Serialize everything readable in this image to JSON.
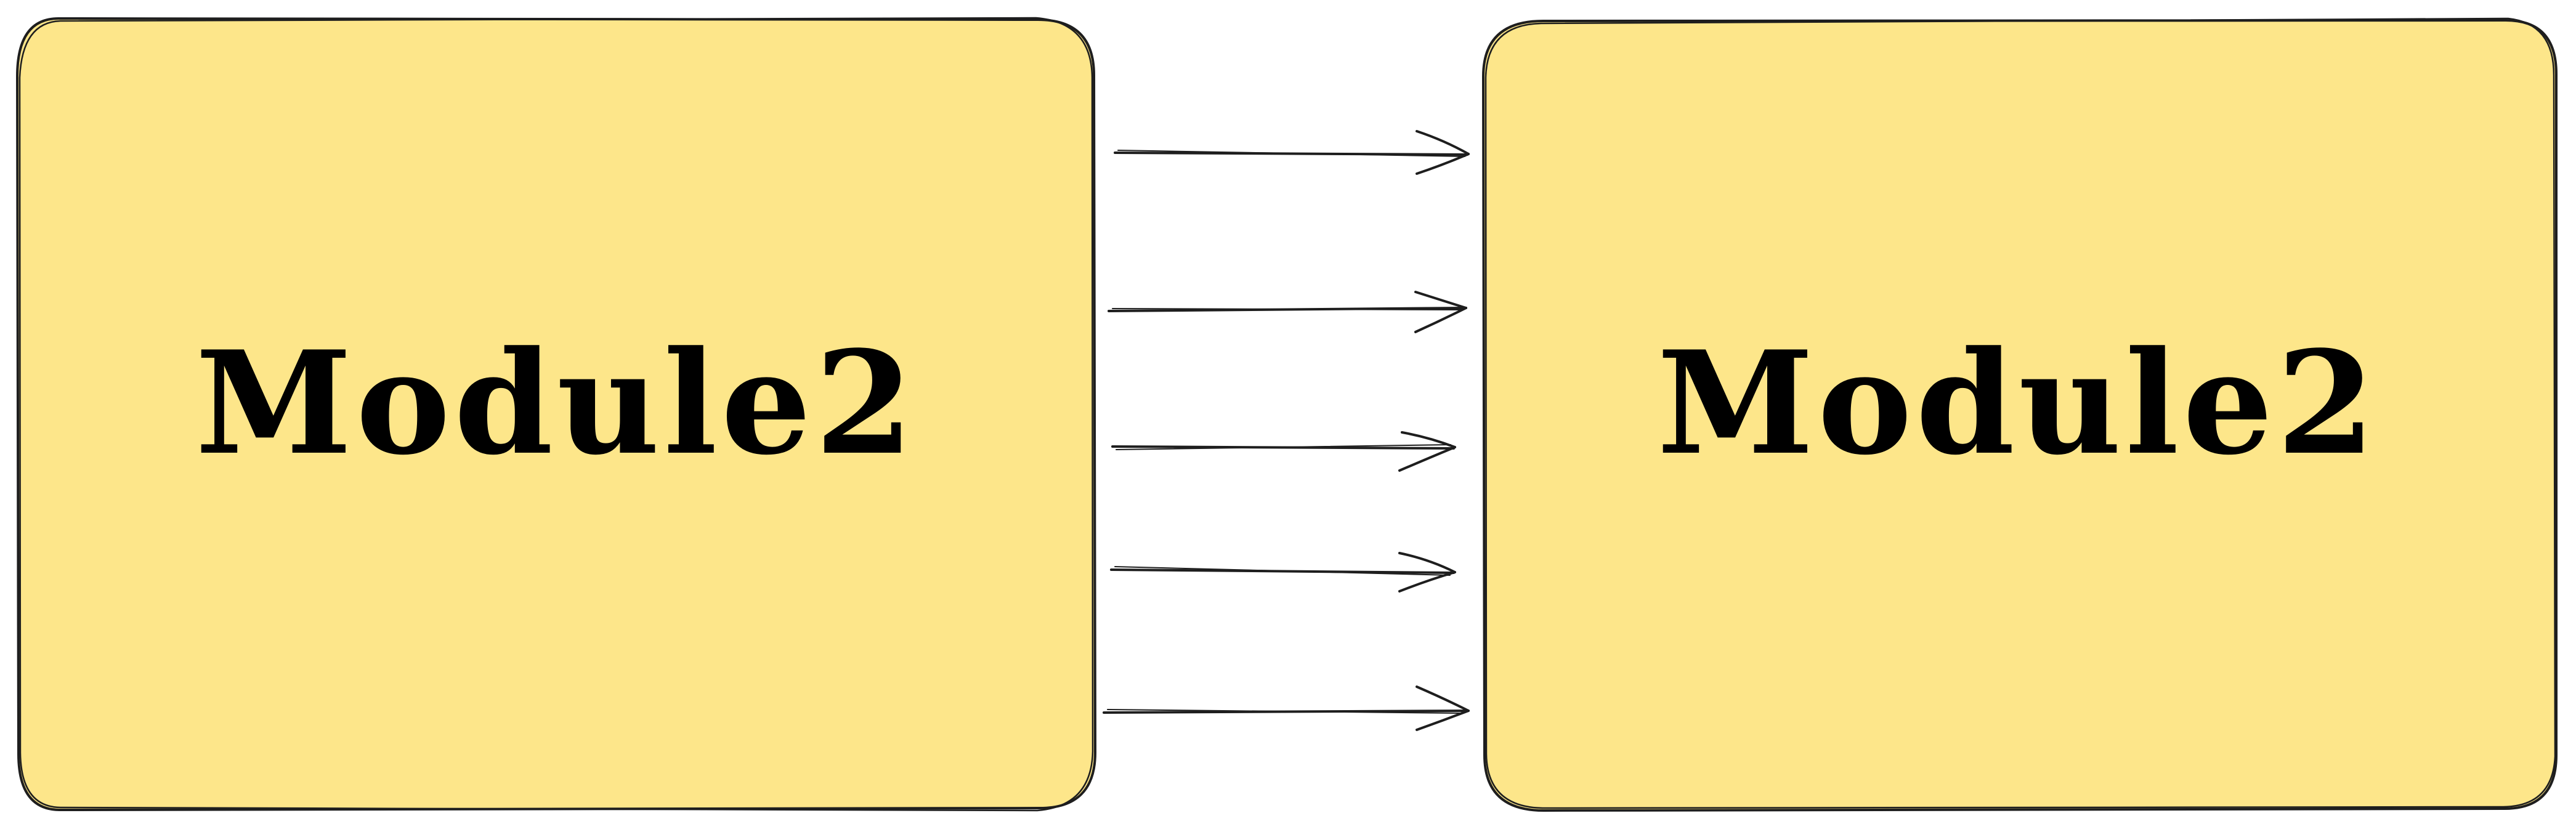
{
  "diagram": {
    "nodes": [
      {
        "id": "left",
        "label": "Module2",
        "fill": "#fde68a",
        "stroke": "#1e1e1e"
      },
      {
        "id": "right",
        "label": "Module2",
        "fill": "#fde68a",
        "stroke": "#1e1e1e"
      }
    ],
    "edges": [
      {
        "from": "left",
        "to": "right"
      },
      {
        "from": "left",
        "to": "right"
      },
      {
        "from": "left",
        "to": "right"
      },
      {
        "from": "left",
        "to": "right"
      },
      {
        "from": "left",
        "to": "right"
      }
    ]
  }
}
